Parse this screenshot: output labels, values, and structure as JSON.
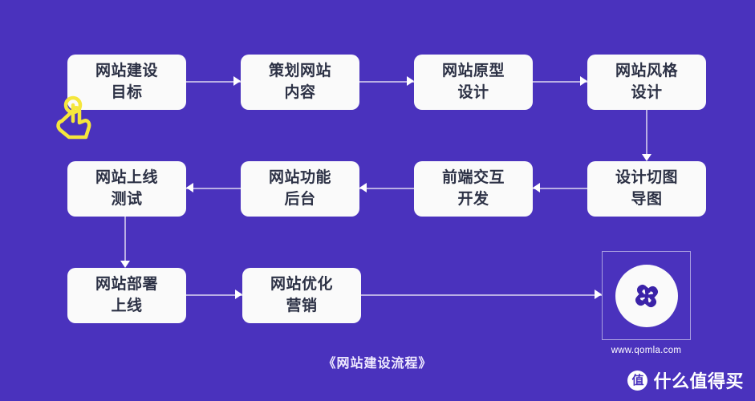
{
  "background_color": "#4a32bd",
  "node_fill": "#fafafa",
  "node_text_color": "#2c3145",
  "connector_color": "#b9aee4",
  "cursor_color": "#f5e63c",
  "diagram": {
    "caption": "《网站建设流程》",
    "nodes": [
      {
        "id": "goal",
        "line1": "网站建设",
        "line2": "目标"
      },
      {
        "id": "content",
        "line1": "策划网站",
        "line2": "内容"
      },
      {
        "id": "prototype",
        "line1": "网站原型",
        "line2": "设计"
      },
      {
        "id": "style",
        "line1": "网站风格",
        "line2": "设计"
      },
      {
        "id": "slice",
        "line1": "设计切图",
        "line2": "导图"
      },
      {
        "id": "frontend",
        "line1": "前端交互",
        "line2": "开发"
      },
      {
        "id": "backend",
        "line1": "网站功能",
        "line2": "后台"
      },
      {
        "id": "testing",
        "line1": "网站上线",
        "line2": "测试"
      },
      {
        "id": "deploy",
        "line1": "网站部署",
        "line2": "上线"
      },
      {
        "id": "marketing",
        "line1": "网站优化",
        "line2": "营销"
      }
    ]
  },
  "logo": {
    "url": "www.qomla.com",
    "mark_name": "qomla-pinwheel-logo"
  },
  "watermark": {
    "badge": "值",
    "text": "什么值得买"
  },
  "cursor": {
    "icon": "tap-hand-cursor"
  }
}
